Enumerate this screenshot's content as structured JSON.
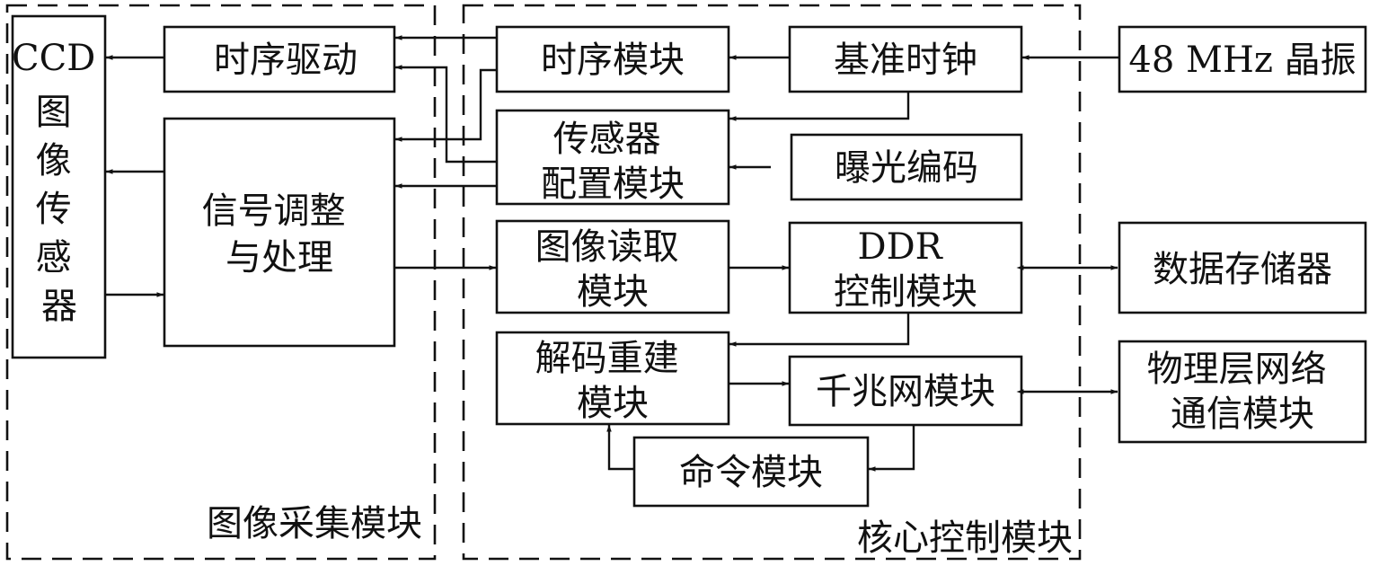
{
  "regions": {
    "image_acquisition": "图像采集模块",
    "core_control": "核心控制模块"
  },
  "blocks": {
    "ccd_sensor": [
      "CCD",
      "图",
      "像",
      "传",
      "感",
      "器"
    ],
    "timing_drive": [
      "时序驱动"
    ],
    "signal_conditioning": [
      "信号调整",
      "与处理"
    ],
    "timing_module": [
      "时序模块"
    ],
    "reference_clock": [
      "基准时钟"
    ],
    "crystal": [
      "48 MHz 晶振"
    ],
    "sensor_config": [
      "传感器",
      "配置模块"
    ],
    "exposure_coding": [
      "曝光编码"
    ],
    "image_read": [
      "图像读取",
      "模块"
    ],
    "ddr_control": [
      "DDR",
      "控制模块"
    ],
    "data_storage": [
      "数据存储器"
    ],
    "decode_rebuild": [
      "解码重建",
      "模块"
    ],
    "gigabit_module": [
      "千兆网模块"
    ],
    "phy_network": [
      "物理层网络",
      "通信模块"
    ],
    "command_module": [
      "命令模块"
    ]
  },
  "colors": {
    "stroke": "#111111",
    "background": "#ffffff"
  }
}
